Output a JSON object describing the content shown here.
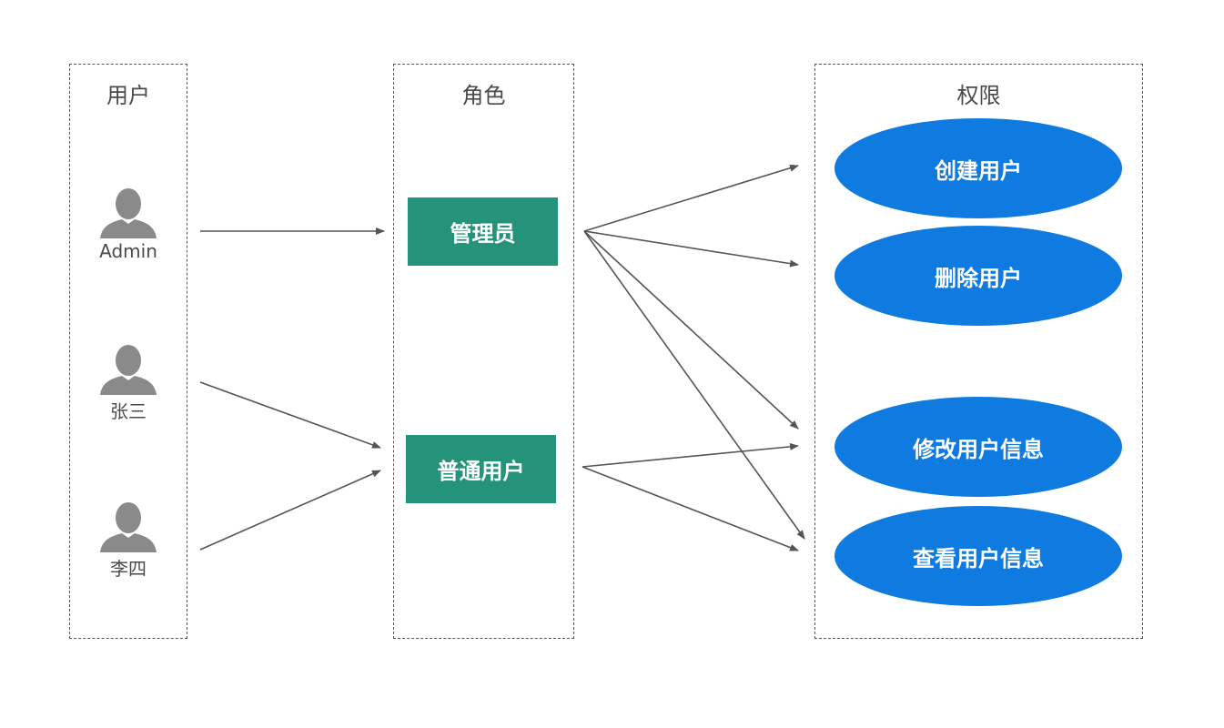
{
  "groups": {
    "users_title": "用户",
    "roles_title": "角色",
    "perms_title": "权限"
  },
  "users": [
    {
      "label": "Admin",
      "icon": "person-silhouette-icon"
    },
    {
      "label": "张三",
      "icon": "person-silhouette-icon"
    },
    {
      "label": "李四",
      "icon": "person-silhouette-icon"
    }
  ],
  "roles": [
    {
      "label": "管理员"
    },
    {
      "label": "普通用户"
    }
  ],
  "permissions": [
    {
      "label": "创建用户"
    },
    {
      "label": "删除用户"
    },
    {
      "label": "修改用户信息"
    },
    {
      "label": "查看用户信息"
    }
  ],
  "colors": {
    "role_fill": "#259379",
    "perm_fill": "#0f7adf",
    "icon_gray": "#8a8a8a",
    "line": "#555555"
  },
  "edges": [
    {
      "from": "Admin",
      "to": "管理员"
    },
    {
      "from": "张三",
      "to": "普通用户"
    },
    {
      "from": "李四",
      "to": "普通用户"
    },
    {
      "from": "管理员",
      "to": "创建用户"
    },
    {
      "from": "管理员",
      "to": "删除用户"
    },
    {
      "from": "管理员",
      "to": "修改用户信息"
    },
    {
      "from": "管理员",
      "to": "查看用户信息"
    },
    {
      "from": "普通用户",
      "to": "修改用户信息"
    },
    {
      "from": "普通用户",
      "to": "查看用户信息"
    }
  ]
}
